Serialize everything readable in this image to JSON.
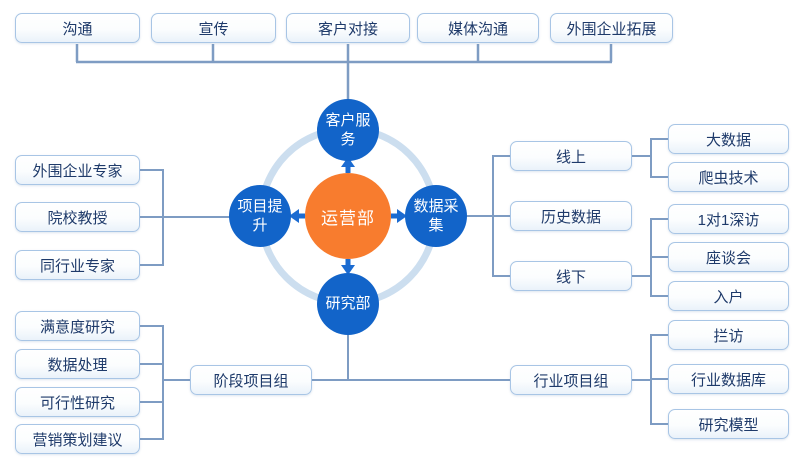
{
  "top_row": [
    "沟通",
    "宣传",
    "客户对接",
    "媒体沟通",
    "外围企业拓展"
  ],
  "hub": "运营部",
  "satellites": {
    "top": "客户服务",
    "left": "项目提升",
    "right": "数据采集",
    "bottom": "研究部"
  },
  "left_group": [
    "外围企业专家",
    "院校教授",
    "同行业专家"
  ],
  "mid_right_group": [
    "线上",
    "历史数据",
    "线下"
  ],
  "online_children": [
    "大数据",
    "爬虫技术"
  ],
  "offline_children": [
    "1对1深访",
    "座谈会",
    "入户"
  ],
  "bottom_left_group": [
    "满意度研究",
    "数据处理",
    "可行性研究",
    "营销策划建议"
  ],
  "stage_group": "阶段项目组",
  "industry_group": "行业项目组",
  "industry_children": [
    "拦访",
    "行业数据库",
    "研究模型"
  ],
  "colors": {
    "circle_blue": "#1264c9",
    "hub_orange": "#f87c2e",
    "connector_line": "#7e9cc3",
    "ring": "#ccdeef",
    "arrow_blue": "#1b6bd1",
    "box_border": "#a8c5e5",
    "box_text": "#1e3a6a"
  }
}
